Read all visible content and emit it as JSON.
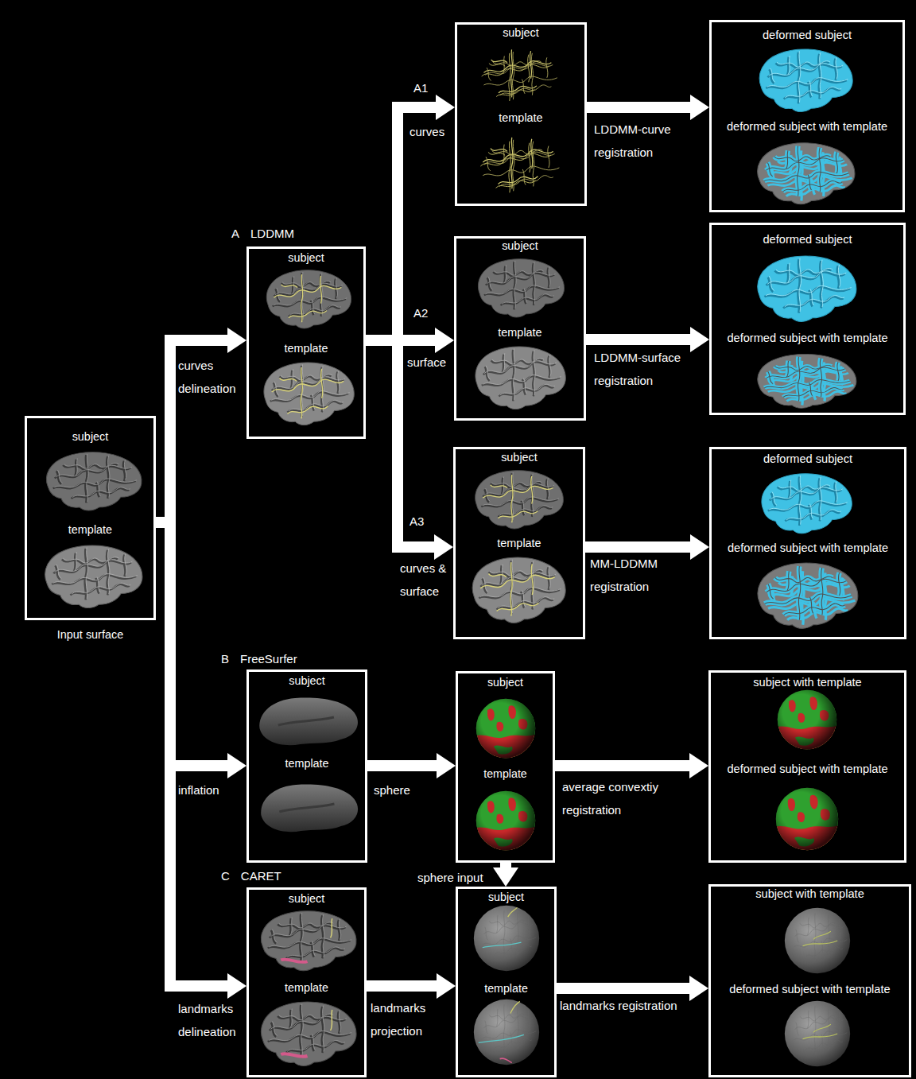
{
  "diagram": {
    "nodes": [
      {
        "text": [
          "subject",
          "template",
          "Input surface"
        ]
      },
      {
        "text": [
          "A",
          "LDDMM",
          "subject",
          "template"
        ]
      },
      {
        "text": [
          "subject",
          "template"
        ]
      },
      {
        "text": [
          "subject",
          "template"
        ]
      },
      {
        "text": [
          "subject",
          "template"
        ]
      },
      {
        "text": [
          "deformed subject",
          "deformed subject with template"
        ]
      },
      {
        "text": [
          "deformed subject",
          "deformed subject with template"
        ]
      },
      {
        "text": [
          "deformed subject",
          "deformed subject with template"
        ]
      },
      {
        "text": [
          "B",
          "FreeSurfer",
          "subject",
          "template"
        ]
      },
      {
        "text": [
          "subject",
          "template"
        ]
      },
      {
        "text": [
          "subject with template",
          "deformed subject with template"
        ]
      },
      {
        "text": [
          "C",
          "CARET",
          "subject",
          "template"
        ]
      },
      {
        "text": [
          "subject",
          "template"
        ]
      },
      {
        "text": [
          "subject with template",
          "deformed subject with template"
        ]
      }
    ],
    "edges": [
      {
        "from": 0,
        "to": 1,
        "arrow": "to",
        "label": "curves delineation"
      },
      {
        "from": 1,
        "to": 2,
        "arrow": "to",
        "label": "curves"
      },
      {
        "from": 1,
        "to": 3,
        "arrow": "to",
        "label": "surface"
      },
      {
        "from": 1,
        "to": 4,
        "arrow": "to",
        "label": "curves & surface"
      },
      {
        "from": 2,
        "to": 5,
        "arrow": "to",
        "label": "LDDMM-curve registration"
      },
      {
        "from": 3,
        "to": 6,
        "arrow": "to",
        "label": "LDDMM-surface registration"
      },
      {
        "from": 4,
        "to": 7,
        "arrow": "to",
        "label": "MM-LDDMM registration"
      },
      {
        "from": 0,
        "to": 8,
        "arrow": "to",
        "label": "inflation"
      },
      {
        "from": 8,
        "to": 9,
        "arrow": "to",
        "label": "sphere"
      },
      {
        "from": 9,
        "to": 10,
        "arrow": "to",
        "label": "average convextiy registration"
      },
      {
        "from": 0,
        "to": 11,
        "arrow": "to",
        "label": "landmarks delineation"
      },
      {
        "from": 11,
        "to": 12,
        "arrow": "to",
        "label": "landmarks projection"
      },
      {
        "from": 9,
        "to": 12,
        "arrow": "to",
        "label": "sphere input"
      },
      {
        "from": 12,
        "to": 13,
        "arrow": "to",
        "label": "landmarks registration"
      }
    ],
    "labels": [
      "A1",
      "A2",
      "A3"
    ]
  }
}
